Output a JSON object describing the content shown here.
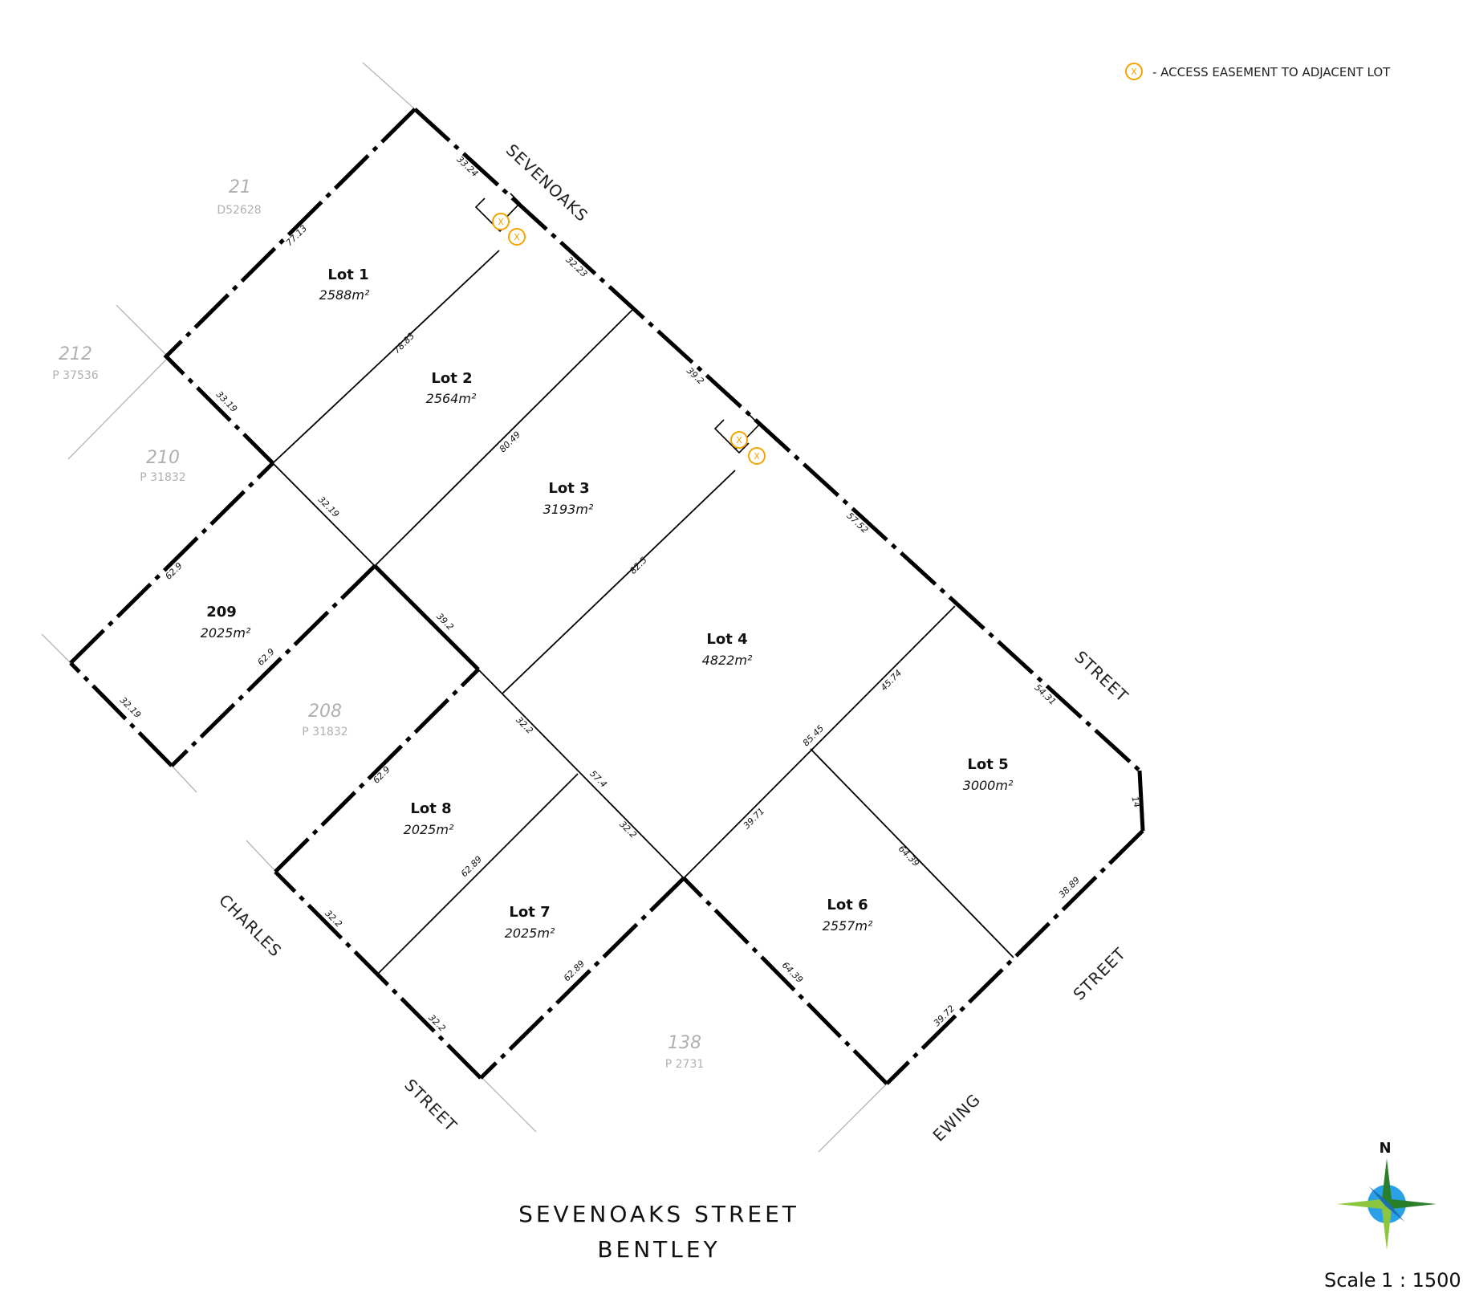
{
  "legend": {
    "symbol": "X",
    "text": "- ACCESS EASEMENT TO ADJACENT LOT"
  },
  "title": {
    "line1": "SEVENOAKS STREET",
    "line2": "BENTLEY"
  },
  "scale": {
    "label": "Scale",
    "value": "1 : 1500"
  },
  "north": {
    "label": "N"
  },
  "streets": {
    "sevenoaks": "SEVENOAKS",
    "sevenoaks_street": "STREET",
    "charles": "CHARLES",
    "charles_street": "STREET",
    "ewing": "EWING",
    "ewing_street": "STREET"
  },
  "lots": [
    {
      "name": "Lot 1",
      "area": "2588m²"
    },
    {
      "name": "Lot 2",
      "area": "2564m²"
    },
    {
      "name": "Lot 3",
      "area": "3193m²"
    },
    {
      "name": "Lot 4",
      "area": "4822m²"
    },
    {
      "name": "Lot 5",
      "area": "3000m²"
    },
    {
      "name": "Lot 6",
      "area": "2557m²"
    },
    {
      "name": "Lot 7",
      "area": "2025m²"
    },
    {
      "name": "Lot 8",
      "area": "2025m²"
    },
    {
      "name": "209",
      "area": "2025m²"
    }
  ],
  "neighbours": [
    {
      "number": "21",
      "ref": "D52628"
    },
    {
      "number": "212",
      "ref": "P 37536"
    },
    {
      "number": "210",
      "ref": "P 31832"
    },
    {
      "number": "208",
      "ref": "P 31832"
    },
    {
      "number": "138",
      "ref": "P 2731"
    }
  ],
  "dimensions": [
    "33.24",
    "32.23",
    "39.2",
    "57.52",
    "54.31",
    "14",
    "38.89",
    "39.72",
    "64.39",
    "64.39",
    "45.74",
    "85.45",
    "39.71",
    "82.5",
    "80.49",
    "78.83",
    "77.13",
    "33.19",
    "32.19",
    "62.9",
    "62.9",
    "32.19",
    "39.2",
    "32.2",
    "57.4",
    "32.2",
    "62.89",
    "62.89",
    "32.2",
    "32.2",
    "62.9"
  ]
}
